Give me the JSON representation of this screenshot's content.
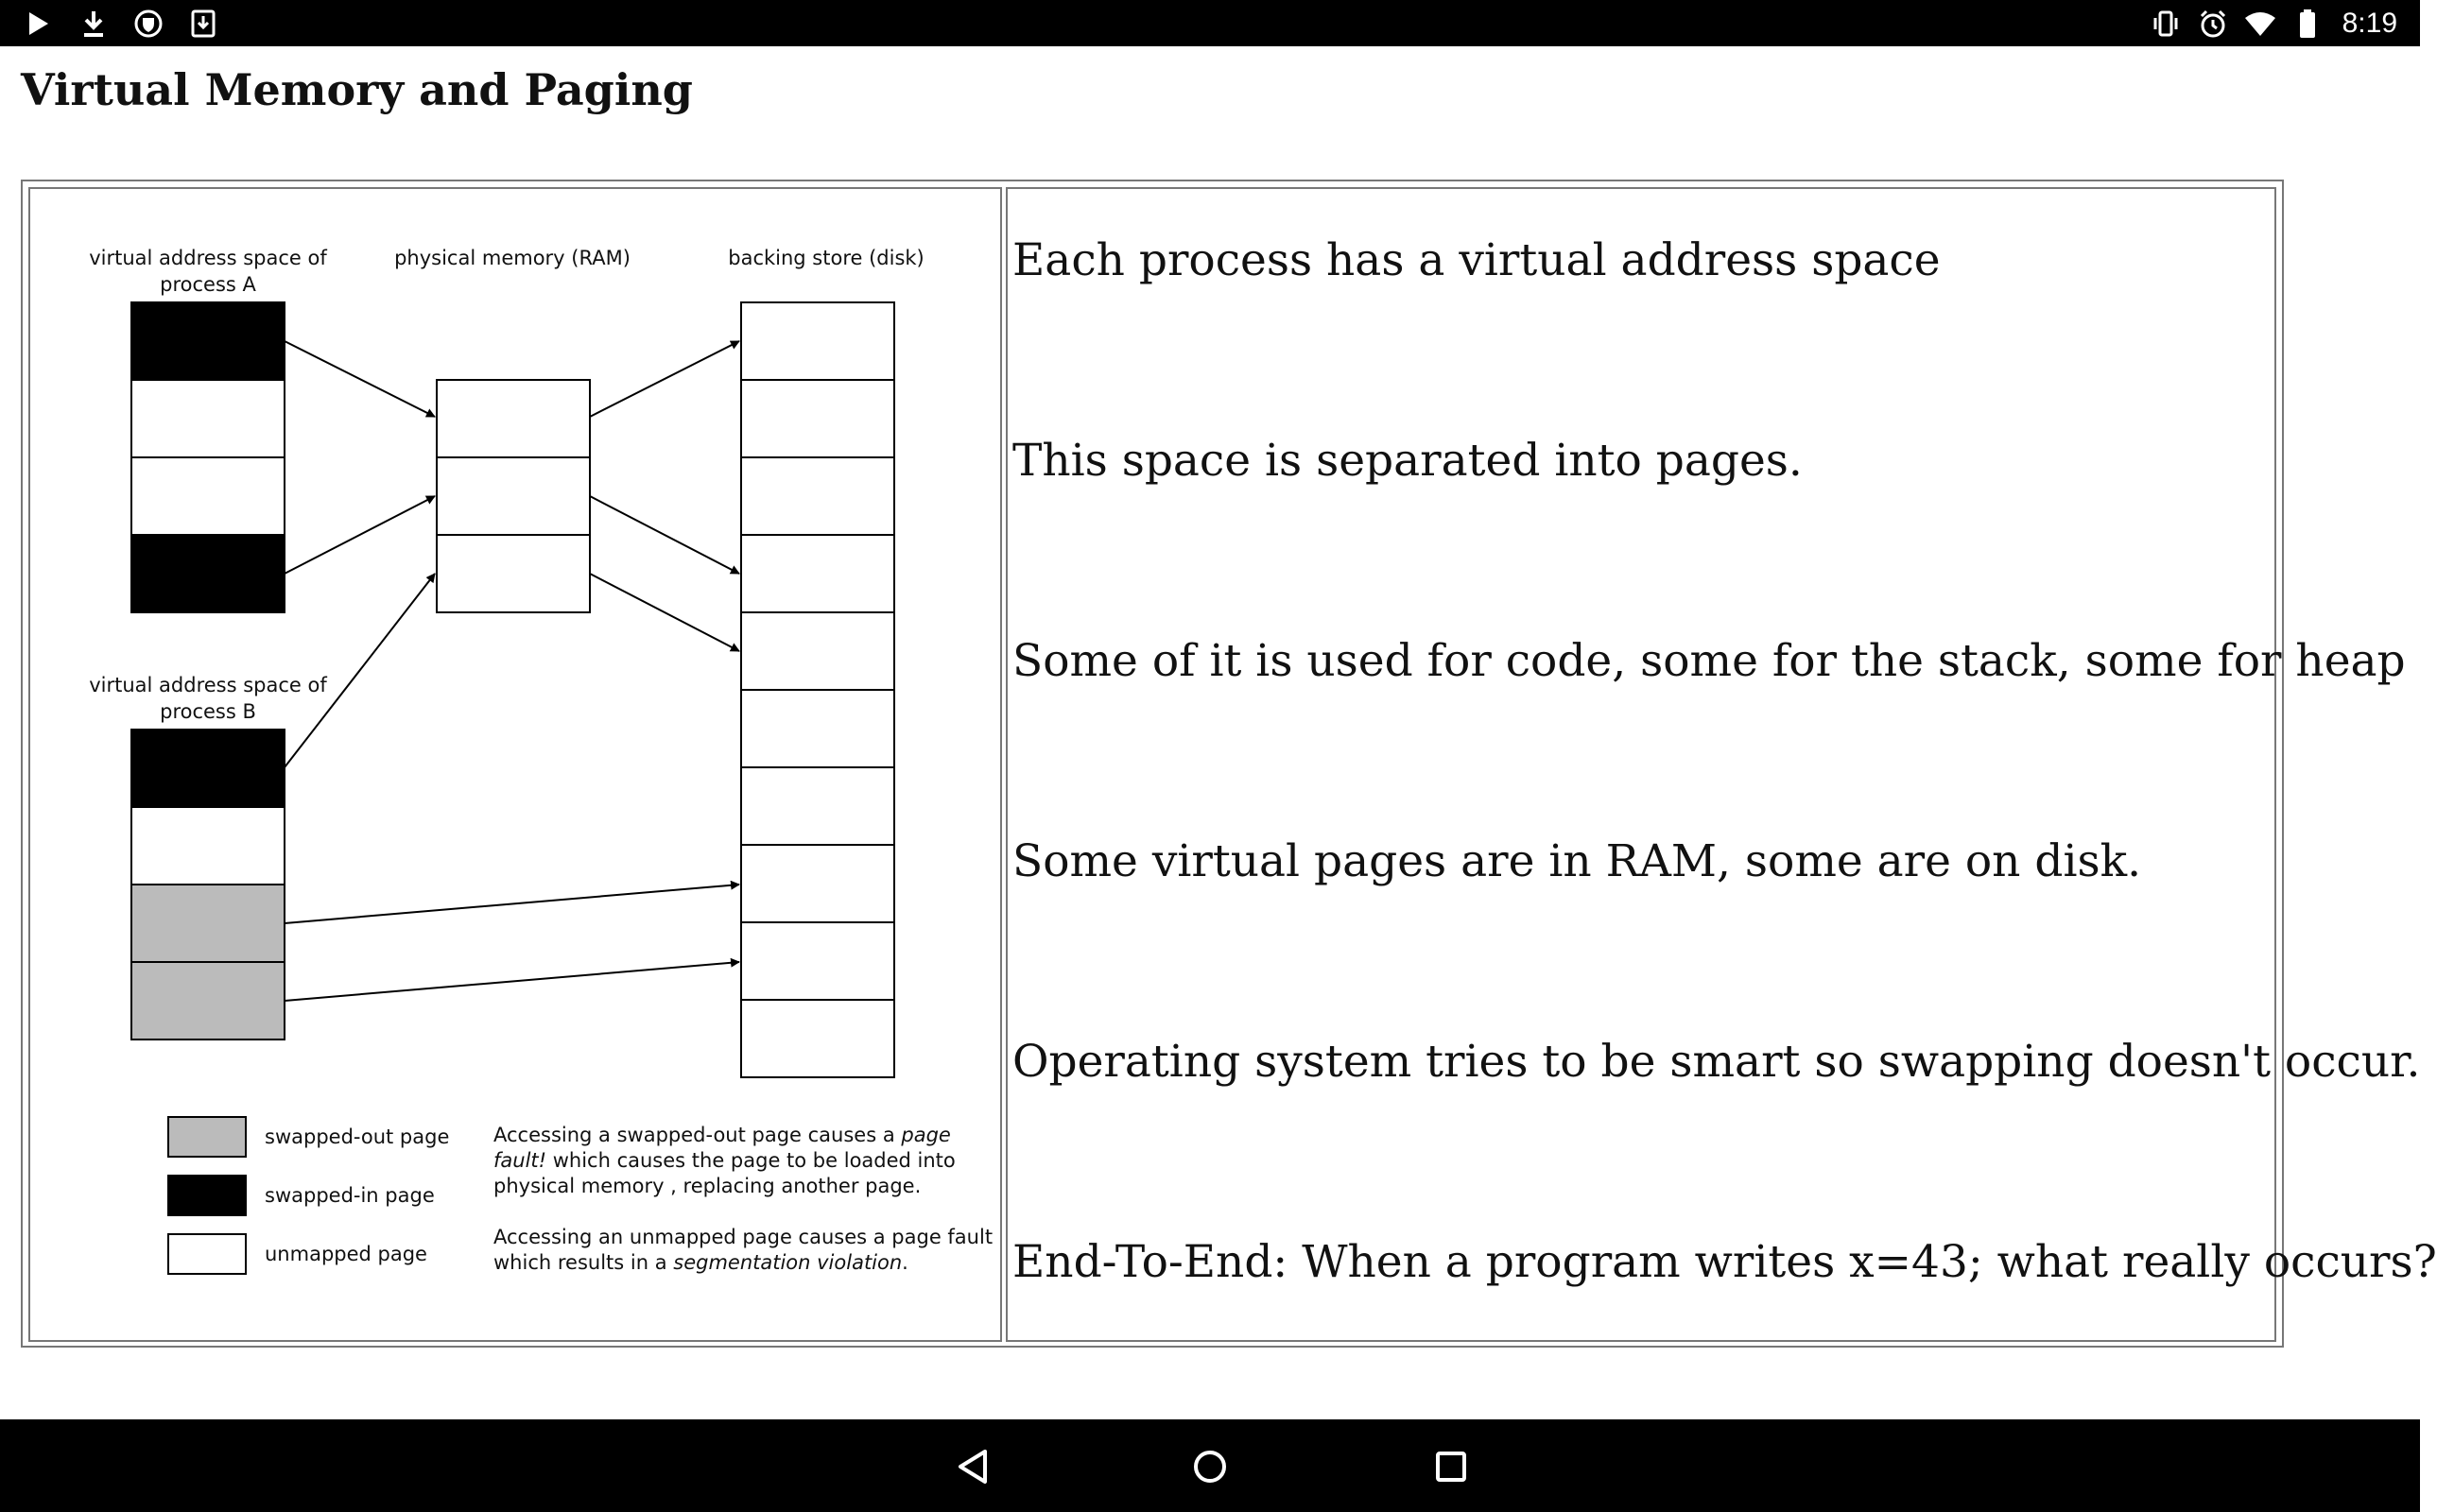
{
  "status_bar": {
    "left_icons": [
      "play-icon",
      "download-icon",
      "shield-icon",
      "download-box-icon"
    ],
    "right_icons": [
      "vibrate-icon",
      "alarm-icon",
      "wifi-icon",
      "battery-icon"
    ],
    "time": "8:19"
  },
  "page": {
    "title": "Virtual Memory and Paging"
  },
  "diagram": {
    "col_virtual_a": [
      "virtual address space of",
      "process A"
    ],
    "col_physical": "physical memory (RAM)",
    "col_backing": "backing store (disk)",
    "col_virtual_b": [
      "virtual address space of",
      "process B"
    ],
    "legend": {
      "swapped_out": "swapped-out page",
      "swapped_in": "swapped-in page",
      "unmapped": "unmapped page"
    },
    "notes": {
      "fault_line1_a": "Accessing a swapped-out page causes a ",
      "fault_line1_b": "page",
      "fault_line2_a": "fault!",
      "fault_line2_b": " which causes the page to be loaded into",
      "fault_line3": "physical memory , replacing another page.",
      "segv_line1": "Accessing an unmapped page causes a page fault",
      "segv_line2_a": "which results in a ",
      "segv_line2_b": "segmentation violation",
      "segv_line2_c": "."
    }
  },
  "bullets": [
    "Each process has a virtual address space",
    "This space is separated into pages.",
    "Some of it is used for code, some for the stack, some for heap",
    "Some virtual pages are in RAM, some are on disk.",
    "Operating system tries to be smart so swapping doesn't occur.",
    "End-To-End: When a program writes x=43; what really occurs?"
  ],
  "nav_bar": {
    "buttons": [
      "back-icon",
      "home-icon",
      "recents-icon"
    ]
  },
  "colors": {
    "swapped_out": "#bbbbbb",
    "swapped_in": "#000000",
    "unmapped": "#ffffff"
  }
}
